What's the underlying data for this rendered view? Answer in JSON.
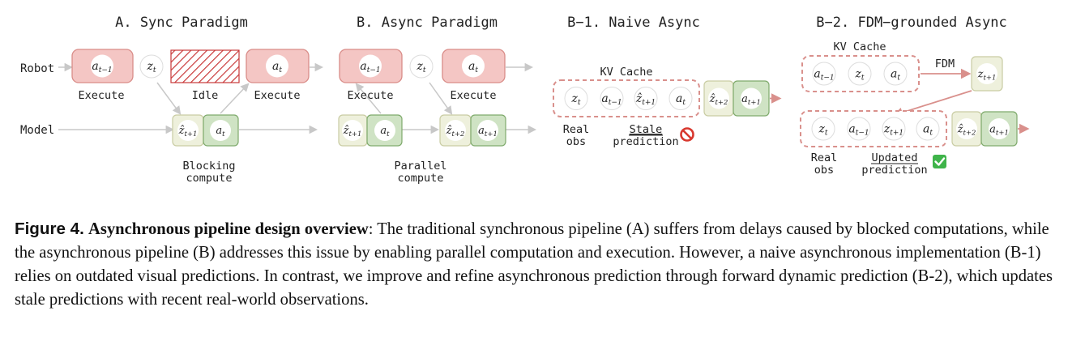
{
  "panels": {
    "a_title": "A. Sync Paradigm",
    "b_title": "B. Async Paradigm",
    "b1_title": "B−1. Naive Async",
    "b2_title": "B−2. FDM−grounded Async"
  },
  "rows": {
    "robot": "Robot",
    "model": "Model"
  },
  "labels": {
    "execute": "Execute",
    "idle": "Idle",
    "blocking_1": "Blocking",
    "blocking_2": "compute",
    "parallel_1": "Parallel",
    "parallel_2": "compute",
    "kv_cache": "KV Cache",
    "fdm": "FDM",
    "real_1": "Real",
    "real_2": "obs",
    "stale_1": "Stale",
    "stale_2": "prediction",
    "updated_1": "Updated",
    "updated_2": "prediction"
  },
  "tokens": {
    "a_prev": "a",
    "a_prev_sub": "t−1",
    "a_t": "a",
    "a_t_sub": "t",
    "a_next": "a",
    "a_next_sub": "t+1",
    "z_t": "z",
    "z_t_sub": "t",
    "z_next": "z",
    "z_next_sub": "t+1",
    "zh_next": "ẑ",
    "zh_next_sub": "t+1",
    "zh_next2": "ẑ",
    "zh_next2_sub": "t+2"
  },
  "caption": {
    "figure": "Figure 4.",
    "title": "Asynchronous pipeline design overview",
    "text": ": The traditional synchronous pipeline (A) suffers from delays caused by blocked computations, while the asynchronous pipeline (B) addresses this issue by enabling parallel computation and execution. However, a naive asynchronous implementation (B-1) relies on outdated visual predictions. In contrast, we improve and refine asynchronous prediction through forward dynamic prediction (B-2), which updates stale predictions with recent real-world observations."
  },
  "colors": {
    "exec_fill": "#f4c6c4",
    "exec_stroke": "#d98c88",
    "model_fill": "#cfe3c4",
    "model_stroke": "#7faa6c",
    "pred_fill": "#eef0dc",
    "pred_stroke": "#c9cca3",
    "arrow_gray": "#c8c8c8",
    "arrow_red": "#d9908c",
    "idle_hatch": "#c9393a"
  }
}
